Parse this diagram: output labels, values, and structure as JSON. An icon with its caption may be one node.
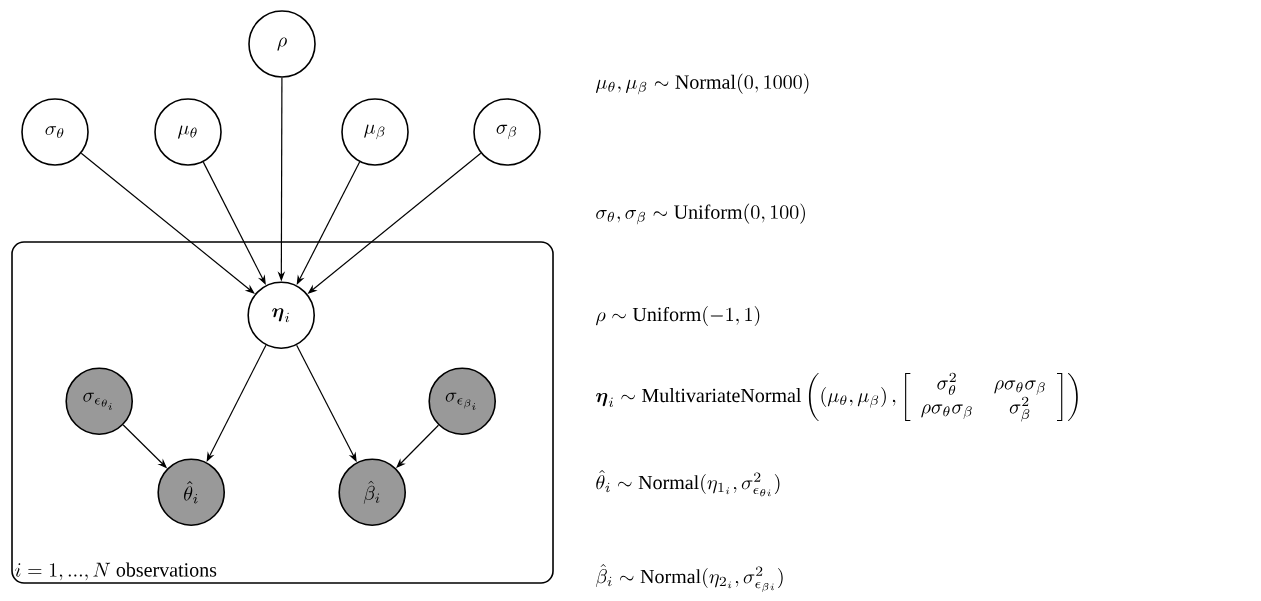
{
  "diagram": {
    "nodes": [
      {
        "text": [
          "\\rho"
        ]
      },
      {
        "text": [
          "\\sigma_\\theta"
        ]
      },
      {
        "text": [
          "\\mu_\\theta"
        ]
      },
      {
        "text": [
          "\\mu_\\beta"
        ]
      },
      {
        "text": [
          "\\sigma_\\beta"
        ]
      },
      {
        "text": [
          "i = 1, ..., N \\text{ observations}"
        ]
      },
      {
        "text": [
          "\\boldsymbol{\\eta}_i"
        ],
        "in": 5
      },
      {
        "text": [
          "\\sigma_{\\epsilon_{\\theta_i}}"
        ],
        "in": 5
      },
      {
        "text": [
          "\\sigma_{\\epsilon_{\\beta_i}}"
        ],
        "in": 5
      },
      {
        "text": [
          "\\hat{\\theta}_i"
        ],
        "in": 5
      },
      {
        "text": [
          "\\hat{\\beta}_i"
        ],
        "in": 5
      }
    ],
    "edges": [
      {
        "from": 1,
        "to": 6,
        "arrow": "to"
      },
      {
        "from": 2,
        "to": 6,
        "arrow": "to"
      },
      {
        "from": 0,
        "to": 6,
        "arrow": "to"
      },
      {
        "from": 3,
        "to": 6,
        "arrow": "to"
      },
      {
        "from": 4,
        "to": 6,
        "arrow": "to"
      },
      {
        "from": 6,
        "to": 9,
        "arrow": "to"
      },
      {
        "from": 6,
        "to": 10,
        "arrow": "to"
      },
      {
        "from": 7,
        "to": 9,
        "arrow": "to"
      },
      {
        "from": 8,
        "to": 10,
        "arrow": "to"
      }
    ],
    "labels": [
      "\\mu_\\theta, \\mu_\\beta \\sim \\mathrm{Normal}(0, 1000)",
      "\\sigma_\\theta, \\sigma_\\beta \\sim \\mathrm{Uniform}(0, 100)",
      "\\rho \\sim \\mathrm{Uniform}(-1, 1)",
      "\\boldsymbol{\\eta}_i \\sim \\mathrm{MultivariateNormal}\\left((\\mu_\\theta, \\mu_\\beta)\\,, \\left[\\begin{array}{cc} \\sigma_\\theta^2 & \\rho\\sigma_\\theta\\sigma_\\beta \\\\ \\rho\\sigma_\\theta\\sigma_\\beta & \\sigma_\\beta^2 \\end{array}\\right]\\right)",
      "\\hat{\\theta}_i \\sim \\mathrm{Normal}(\\eta_{1_i}, \\sigma^2_{\\epsilon_{\\theta i}})",
      "\\hat{\\beta}_i \\sim \\mathrm{Normal}(\\eta_{2_i}, \\sigma^2_{\\epsilon_{\\beta i}})"
    ]
  }
}
